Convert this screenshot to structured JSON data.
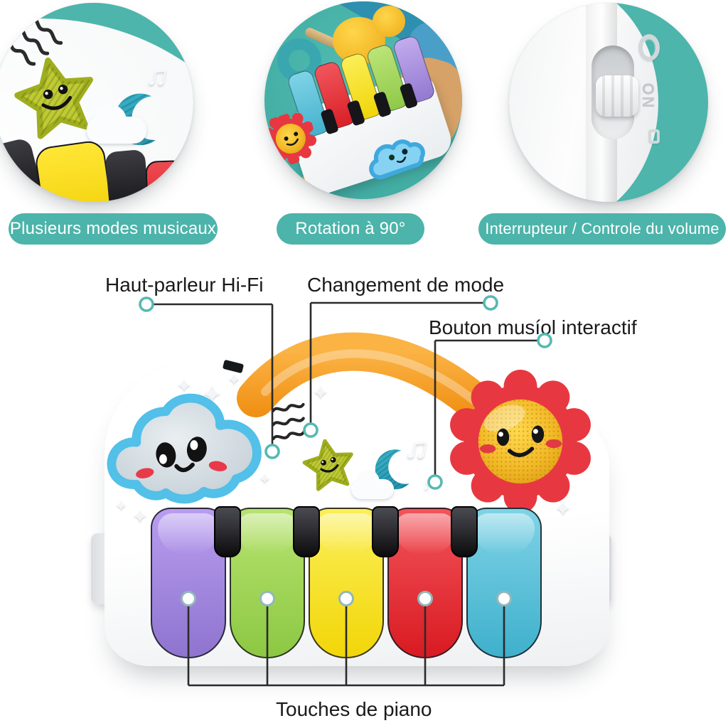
{
  "insets": {
    "items": [
      {
        "caption": "Plusieurs modes musicaux"
      },
      {
        "caption": "Rotation à 90°"
      },
      {
        "caption": "Interrupteur / Controle du volume",
        "switch_label": "ON"
      }
    ]
  },
  "callouts": {
    "speaker": "Haut-parleur Hi-Fi",
    "mode": "Changement de mode",
    "music_button": "Bouton musíol interactif",
    "keys": "Touches de piano"
  },
  "colors": {
    "teal_accent": "#4cb4aa",
    "connector_dot_teal": "#55b9b1",
    "handle_orange": "#f59b20",
    "cloud_border_blue": "#52c0e8",
    "sun_red": "#e73841",
    "sun_gold": "#f2b826",
    "star_green": "#bfcb33",
    "moon_teal": "#2ba3bd",
    "key_purple": "#9c84da",
    "key_green": "#9ed455",
    "key_yellow": "#f7e120",
    "key_red": "#e8242b",
    "key_blue": "#55bdd6"
  }
}
